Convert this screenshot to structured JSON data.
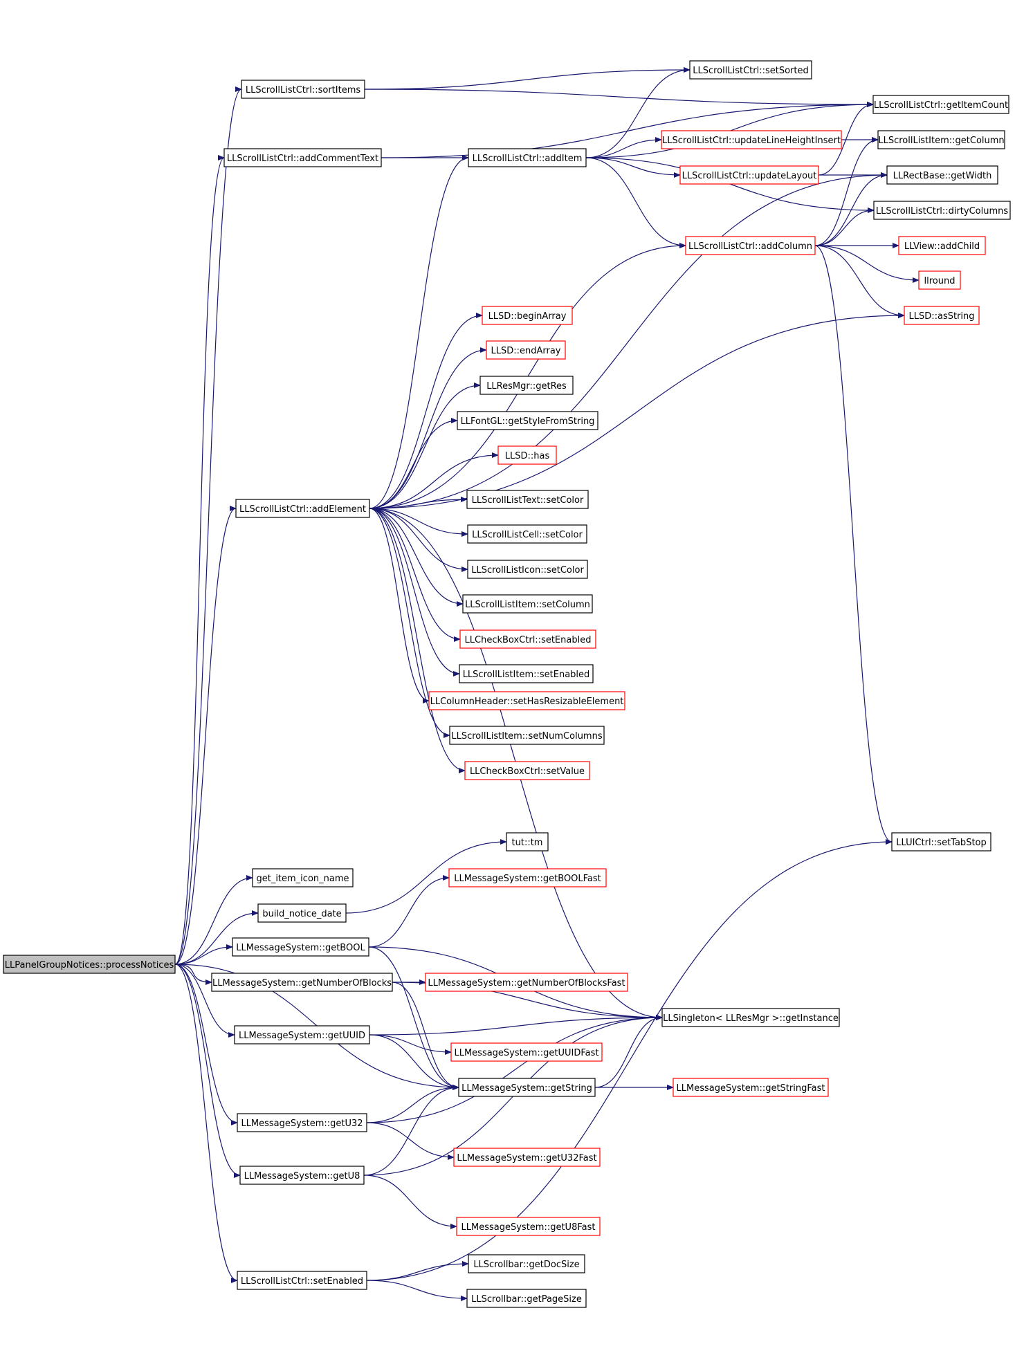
{
  "colors": {
    "edge": "#191970",
    "node_border_documented": "#000000",
    "node_border_undocumented": "#ff0000",
    "root_fill": "#bfbfbf",
    "node_fill": "#ffffff"
  },
  "nodes": {
    "root": {
      "label": "LLPanelGroupNotices::processNotices",
      "kind": "root"
    },
    "sortItems": {
      "label": "LLScrollListCtrl::sortItems",
      "kind": "black"
    },
    "setSorted": {
      "label": "LLScrollListCtrl::setSorted",
      "kind": "black"
    },
    "addCommentText": {
      "label": "LLScrollListCtrl::addCommentText",
      "kind": "black"
    },
    "addItem": {
      "label": "LLScrollListCtrl::addItem",
      "kind": "black"
    },
    "getItemCount": {
      "label": "LLScrollListCtrl::getItemCount",
      "kind": "black"
    },
    "updateLineHeightInsert": {
      "label": "LLScrollListCtrl::updateLineHeightInsert",
      "kind": "red"
    },
    "getColumn": {
      "label": "LLScrollListItem::getColumn",
      "kind": "black"
    },
    "updateLayout": {
      "label": "LLScrollListCtrl::updateLayout",
      "kind": "red"
    },
    "getWidth": {
      "label": "LLRectBase::getWidth",
      "kind": "black"
    },
    "dirtyColumns": {
      "label": "LLScrollListCtrl::dirtyColumns",
      "kind": "black"
    },
    "addColumn": {
      "label": "LLScrollListCtrl::addColumn",
      "kind": "red"
    },
    "addChild": {
      "label": "LLView::addChild",
      "kind": "red"
    },
    "llround": {
      "label": "llround",
      "kind": "red"
    },
    "asString": {
      "label": "LLSD::asString",
      "kind": "red"
    },
    "beginArray": {
      "label": "LLSD::beginArray",
      "kind": "red"
    },
    "endArray": {
      "label": "LLSD::endArray",
      "kind": "red"
    },
    "getRes": {
      "label": "LLResMgr::getRes",
      "kind": "black"
    },
    "getStyleFromString": {
      "label": "LLFontGL::getStyleFromString",
      "kind": "black"
    },
    "has": {
      "label": "LLSD::has",
      "kind": "red"
    },
    "addElement": {
      "label": "LLScrollListCtrl::addElement",
      "kind": "black"
    },
    "textSetColor": {
      "label": "LLScrollListText::setColor",
      "kind": "black"
    },
    "cellSetColor": {
      "label": "LLScrollListCell::setColor",
      "kind": "black"
    },
    "iconSetColor": {
      "label": "LLScrollListIcon::setColor",
      "kind": "black"
    },
    "itemSetColumn": {
      "label": "LLScrollListItem::setColumn",
      "kind": "black"
    },
    "checkSetEnabled": {
      "label": "LLCheckBoxCtrl::setEnabled",
      "kind": "red"
    },
    "itemSetEnabled": {
      "label": "LLScrollListItem::setEnabled",
      "kind": "black"
    },
    "setHasResizable": {
      "label": "LLColumnHeader::setHasResizableElement",
      "kind": "red"
    },
    "setNumColumns": {
      "label": "LLScrollListItem::setNumColumns",
      "kind": "black"
    },
    "checkSetValue": {
      "label": "LLCheckBoxCtrl::setValue",
      "kind": "red"
    },
    "tutTm": {
      "label": "tut::tm",
      "kind": "black"
    },
    "setTabStop": {
      "label": "LLUICtrl::setTabStop",
      "kind": "black"
    },
    "getItemIconName": {
      "label": "get_item_icon_name",
      "kind": "black"
    },
    "getBOOLFast": {
      "label": "LLMessageSystem::getBOOLFast",
      "kind": "red"
    },
    "buildNoticeDate": {
      "label": "build_notice_date",
      "kind": "black"
    },
    "getBOOL": {
      "label": "LLMessageSystem::getBOOL",
      "kind": "black"
    },
    "getNumberOfBlocks": {
      "label": "LLMessageSystem::getNumberOfBlocks",
      "kind": "black"
    },
    "getNumberOfBlocksFast": {
      "label": "LLMessageSystem::getNumberOfBlocksFast",
      "kind": "red"
    },
    "getInstance": {
      "label": "LLSingleton< LLResMgr >::getInstance",
      "kind": "black"
    },
    "getUUID": {
      "label": "LLMessageSystem::getUUID",
      "kind": "black"
    },
    "getUUIDFast": {
      "label": "LLMessageSystem::getUUIDFast",
      "kind": "red"
    },
    "getString": {
      "label": "LLMessageSystem::getString",
      "kind": "black"
    },
    "getStringFast": {
      "label": "LLMessageSystem::getStringFast",
      "kind": "red"
    },
    "getU32": {
      "label": "LLMessageSystem::getU32",
      "kind": "black"
    },
    "getU32Fast": {
      "label": "LLMessageSystem::getU32Fast",
      "kind": "red"
    },
    "getU8": {
      "label": "LLMessageSystem::getU8",
      "kind": "black"
    },
    "getU8Fast": {
      "label": "LLMessageSystem::getU8Fast",
      "kind": "red"
    },
    "setEnabled": {
      "label": "LLScrollListCtrl::setEnabled",
      "kind": "black"
    },
    "getDocSize": {
      "label": "LLScrollbar::getDocSize",
      "kind": "black"
    },
    "getPageSize": {
      "label": "LLScrollbar::getPageSize",
      "kind": "black"
    }
  },
  "edges": [
    [
      "root",
      "sortItems"
    ],
    [
      "root",
      "addCommentText"
    ],
    [
      "root",
      "addElement"
    ],
    [
      "root",
      "getItemIconName"
    ],
    [
      "root",
      "buildNoticeDate"
    ],
    [
      "root",
      "getBOOL"
    ],
    [
      "root",
      "getNumberOfBlocks"
    ],
    [
      "root",
      "getUUID"
    ],
    [
      "root",
      "getString"
    ],
    [
      "root",
      "getU32"
    ],
    [
      "root",
      "getU8"
    ],
    [
      "root",
      "setEnabled"
    ],
    [
      "sortItems",
      "setSorted"
    ],
    [
      "sortItems",
      "getItemCount"
    ],
    [
      "addCommentText",
      "addItem"
    ],
    [
      "addCommentText",
      "getItemCount"
    ],
    [
      "addItem",
      "setSorted"
    ],
    [
      "addItem",
      "getItemCount"
    ],
    [
      "addItem",
      "updateLineHeightInsert"
    ],
    [
      "addItem",
      "updateLayout"
    ],
    [
      "addItem",
      "addColumn"
    ],
    [
      "addItem",
      "dirtyColumns"
    ],
    [
      "updateLineHeightInsert",
      "getColumn"
    ],
    [
      "updateLayout",
      "getWidth"
    ],
    [
      "updateLayout",
      "getItemCount"
    ],
    [
      "addColumn",
      "getColumn"
    ],
    [
      "addColumn",
      "dirtyColumns"
    ],
    [
      "addColumn",
      "getWidth"
    ],
    [
      "addColumn",
      "addChild"
    ],
    [
      "addColumn",
      "llround"
    ],
    [
      "addColumn",
      "asString"
    ],
    [
      "addColumn",
      "setTabStop"
    ],
    [
      "addElement",
      "addItem"
    ],
    [
      "addElement",
      "getWidth"
    ],
    [
      "addElement",
      "addColumn"
    ],
    [
      "addElement",
      "asString"
    ],
    [
      "addElement",
      "beginArray"
    ],
    [
      "addElement",
      "endArray"
    ],
    [
      "addElement",
      "getRes"
    ],
    [
      "addElement",
      "getStyleFromString"
    ],
    [
      "addElement",
      "has"
    ],
    [
      "addElement",
      "textSetColor"
    ],
    [
      "addElement",
      "cellSetColor"
    ],
    [
      "addElement",
      "iconSetColor"
    ],
    [
      "addElement",
      "itemSetColumn"
    ],
    [
      "addElement",
      "checkSetEnabled"
    ],
    [
      "addElement",
      "itemSetEnabled"
    ],
    [
      "addElement",
      "setHasResizable"
    ],
    [
      "addElement",
      "setNumColumns"
    ],
    [
      "addElement",
      "checkSetValue"
    ],
    [
      "addElement",
      "getInstance"
    ],
    [
      "buildNoticeDate",
      "tutTm"
    ],
    [
      "getBOOL",
      "getBOOLFast"
    ],
    [
      "getBOOL",
      "getInstance"
    ],
    [
      "getBOOL",
      "getString"
    ],
    [
      "getNumberOfBlocks",
      "getNumberOfBlocksFast"
    ],
    [
      "getNumberOfBlocks",
      "getInstance"
    ],
    [
      "getNumberOfBlocks",
      "getString"
    ],
    [
      "getUUID",
      "getInstance"
    ],
    [
      "getUUID",
      "getUUIDFast"
    ],
    [
      "getUUID",
      "getString"
    ],
    [
      "getString",
      "getStringFast"
    ],
    [
      "getString",
      "getInstance"
    ],
    [
      "getU32",
      "getString"
    ],
    [
      "getU32",
      "getU32Fast"
    ],
    [
      "getU32",
      "getInstance"
    ],
    [
      "getU8",
      "getString"
    ],
    [
      "getU8",
      "getU8Fast"
    ],
    [
      "getU8",
      "getInstance"
    ],
    [
      "setEnabled",
      "getDocSize"
    ],
    [
      "setEnabled",
      "getPageSize"
    ],
    [
      "setEnabled",
      "setTabStop"
    ]
  ]
}
